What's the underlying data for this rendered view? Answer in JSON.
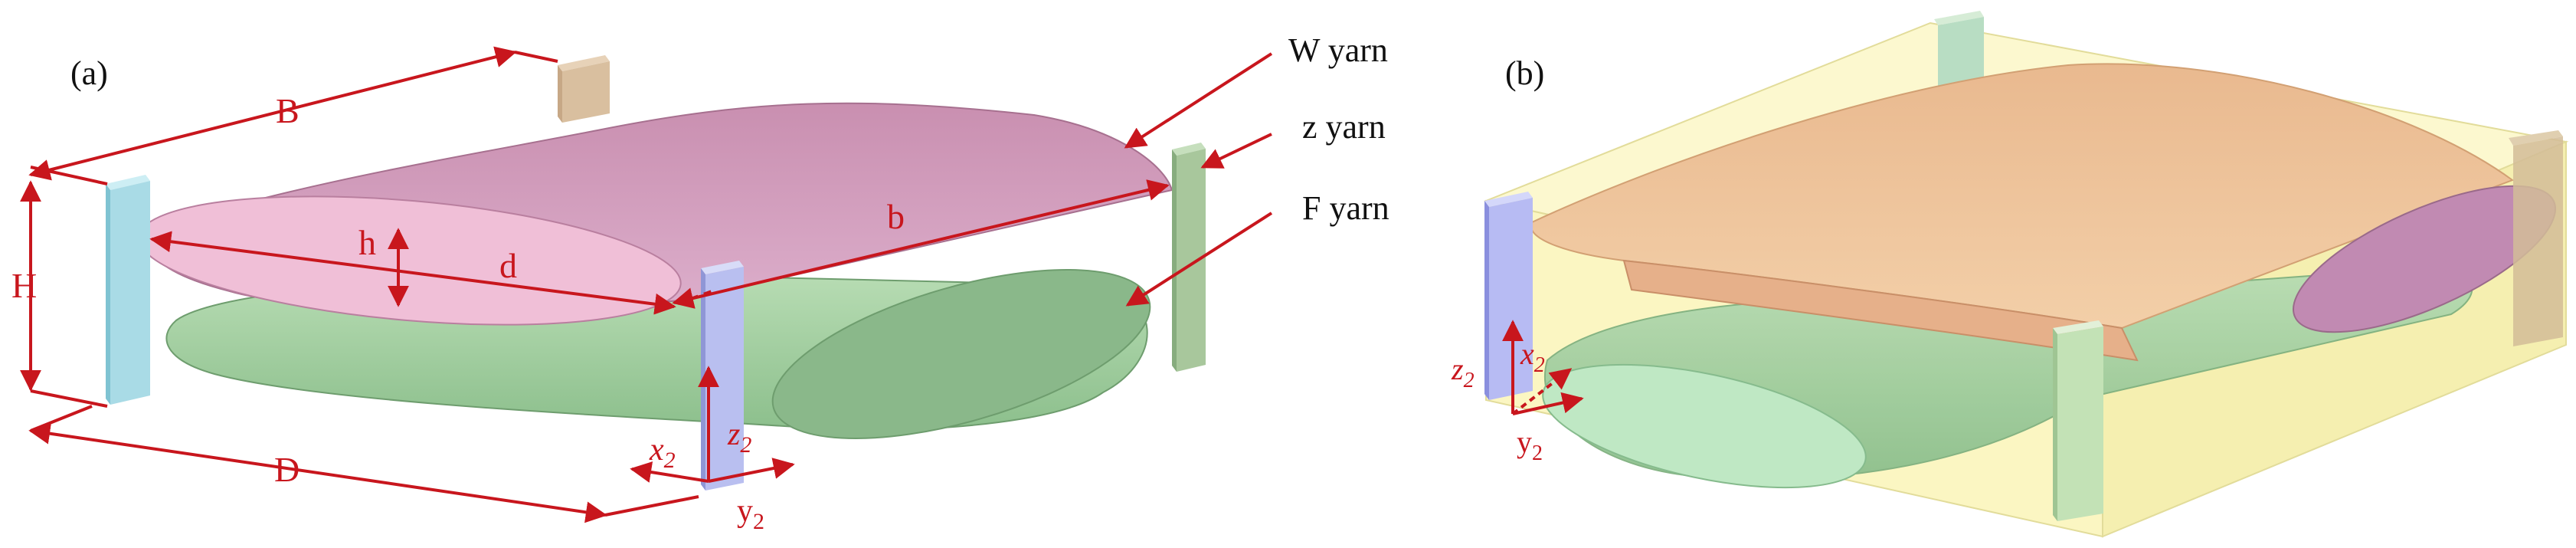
{
  "panels": [
    {
      "label": "(a)"
    },
    {
      "label": "(b)"
    }
  ],
  "dimension_labels": {
    "B": "B",
    "H": "H",
    "D": "D",
    "b": "b",
    "h": "h",
    "d": "d"
  },
  "axes": {
    "x_main": "x",
    "y_main": "y",
    "z_main": "z",
    "sub": "2"
  },
  "yarn_labels": {
    "w_yarn": "W yarn",
    "z_yarn": "z yarn",
    "f_yarn": "F yarn"
  },
  "colors": {
    "annotation_red": "#c8161d",
    "w_yarn_pink": "#d8a6c0",
    "f_yarn_green": "#9cc79a",
    "z_yarn_front": "#b9bff0",
    "z_yarn_left": "#a9dbe6",
    "z_yarn_back": "#d9bf9f",
    "z_yarn_right": "#a8c79c",
    "box_yellow": "#fbf6c2",
    "w_yarn_orange": "#f0c49a"
  }
}
